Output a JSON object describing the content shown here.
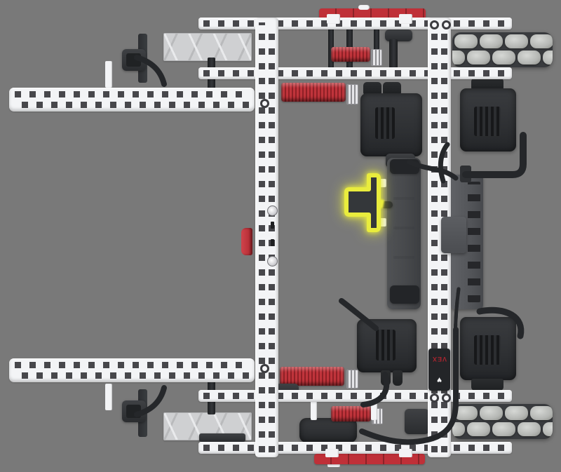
{
  "scene": {
    "type": "robot-build-render",
    "view": "top",
    "logo": {
      "text": "VEX",
      "glyph": "♥"
    }
  },
  "colors": {
    "bg": "#797979",
    "beam": "#f3f4f6",
    "hole": "#47474b",
    "truss": "#cfd0d2",
    "red": "#bf3038",
    "red_dark": "#8f2026",
    "silver": "#e6e6e9",
    "motor": "#2e3033",
    "motor_vent": "#17181a",
    "roller": "#b5b7b4",
    "hub": "#393b3e",
    "brain": "#54565a",
    "battery": "#46484b",
    "cable": "#25272a",
    "glow": "#e9ec3d",
    "logo_red": "#a8242e"
  }
}
